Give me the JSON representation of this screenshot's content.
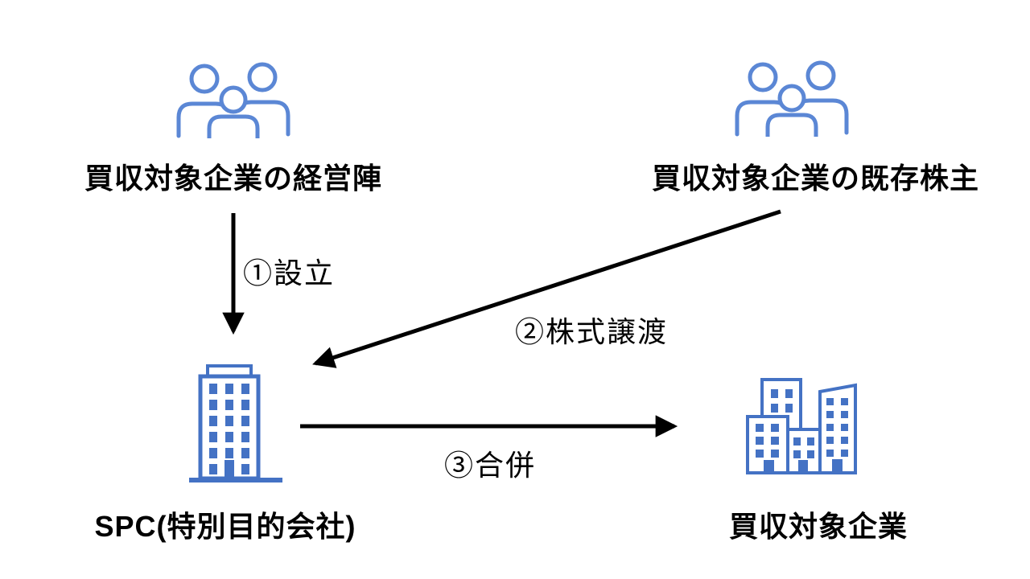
{
  "diagram": {
    "title": "MBO / SPC merger scheme diagram",
    "background_color": "#ffffff",
    "colors": {
      "people_icon": "#5B87D5",
      "building_icon": "#4472C4",
      "arrow": "#000000",
      "text": "#000000"
    },
    "nodes": {
      "management": {
        "label": "買収対象企業の経営陣",
        "icon": "people-group-icon"
      },
      "shareholders": {
        "label": "買収対象企業の既存株主",
        "icon": "people-group-icon"
      },
      "spc": {
        "label": "SPC(特別目的会社)",
        "icon": "office-building-icon"
      },
      "target": {
        "label": "買収対象企業",
        "icon": "buildings-cluster-icon"
      }
    },
    "arrows": [
      {
        "label": "①設立",
        "from": "management",
        "to": "spc"
      },
      {
        "label": "②株式譲渡",
        "from": "shareholders",
        "to": "spc"
      },
      {
        "label": "③合併",
        "from": "spc",
        "to": "target"
      }
    ]
  }
}
